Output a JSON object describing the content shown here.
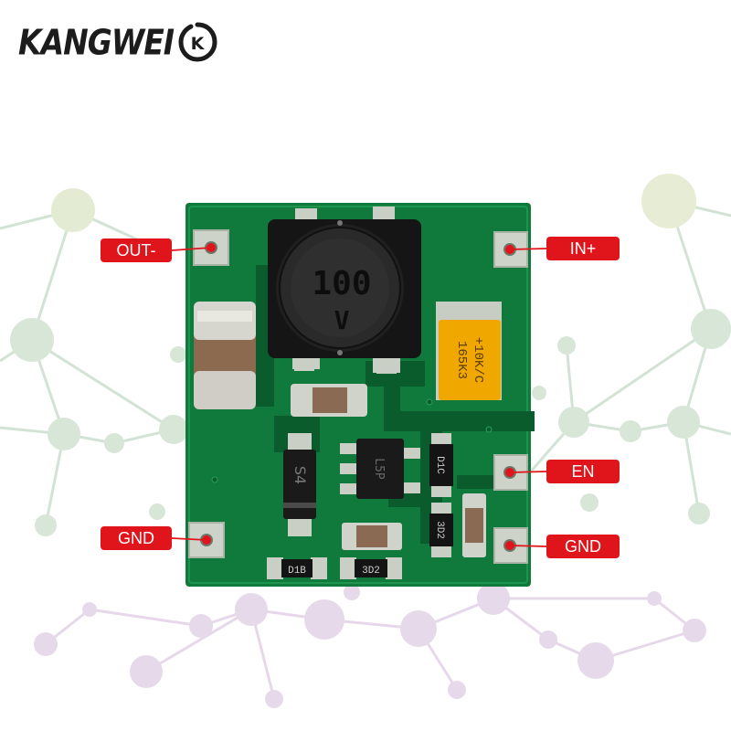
{
  "brand": {
    "text": "KANGWEI",
    "logo_letters": "K"
  },
  "board": {
    "inductor_marking_line1": "100",
    "inductor_marking_line2": "V",
    "tantalum_marking_line1": "+10K/C",
    "tantalum_marking_line2": "165K3",
    "silk_s4": "S4",
    "silk_d1b": "D1B",
    "silk_3d2_bottom": "3D2",
    "silk_3d2_side": "3D2",
    "silk_d1c": "D1C",
    "chip_marking": "L5P"
  },
  "labels": {
    "out_minus": "OUT-",
    "in_plus": "IN+",
    "en": "EN",
    "gnd_left": "GND",
    "gnd_right": "GND"
  },
  "colors": {
    "pcb": "#0f7a3c",
    "callout": "#e0141b",
    "lead_line": "#e0141b",
    "tantalum": "#f0a800"
  }
}
